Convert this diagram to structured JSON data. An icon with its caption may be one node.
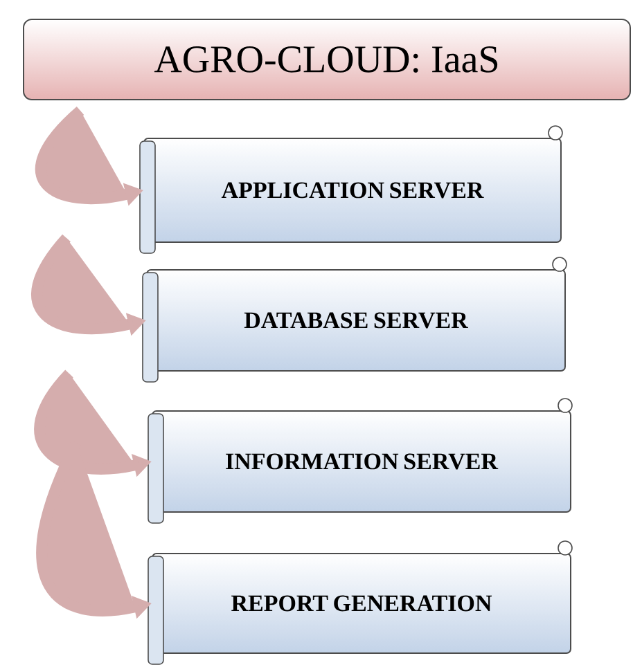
{
  "diagram": {
    "nodes": [
      {
        "text": [
          "AGRO-CLOUD: IaaS"
        ]
      },
      {
        "text": [
          "APPLICATION SERVER"
        ]
      },
      {
        "text": [
          "DATABASE SERVER"
        ]
      },
      {
        "text": [
          "INFORMATION SERVER"
        ]
      },
      {
        "text": [
          "REPORT GENERATION"
        ]
      }
    ],
    "edges": [
      {
        "from": null,
        "to": 1,
        "arrow": "to"
      },
      {
        "from": null,
        "to": 2,
        "arrow": "to"
      },
      {
        "from": null,
        "to": 3,
        "arrow": "to"
      },
      {
        "from": null,
        "to": 4,
        "arrow": "to"
      }
    ]
  }
}
